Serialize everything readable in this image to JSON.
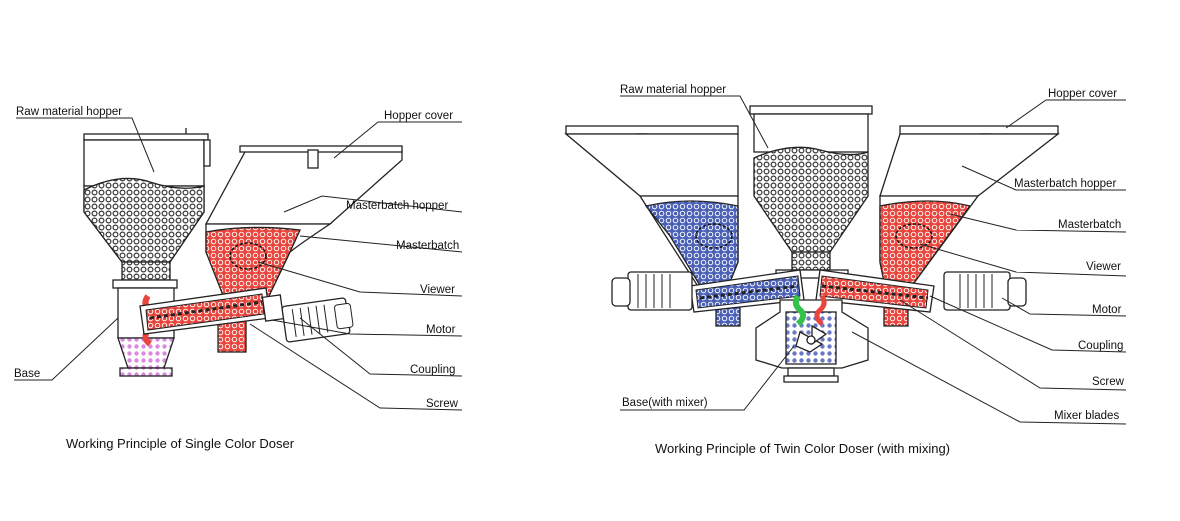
{
  "colors": {
    "raw": "#4a4a4a",
    "masterbatch": "#e8453c",
    "blue": "#4b61b8",
    "green": "#35c24a",
    "pink": "#d98be0",
    "line": "#222222"
  },
  "single": {
    "caption": "Working Principle of Single Color Doser",
    "labels": {
      "raw_hopper": "Raw material hopper",
      "hopper_cover": "Hopper cover",
      "masterbatch_hopper": "Masterbatch hopper",
      "masterbatch": "Masterbatch",
      "viewer": "Viewer",
      "motor": "Motor",
      "coupling": "Coupling",
      "screw": "Screw",
      "base": "Base"
    }
  },
  "twin": {
    "caption": "Working Principle of Twin Color Doser (with mixing)",
    "labels": {
      "raw_hopper": "Raw material hopper",
      "hopper_cover": "Hopper cover",
      "masterbatch_hopper": "Masterbatch hopper",
      "masterbatch": "Masterbatch",
      "viewer": "Viewer",
      "motor": "Motor",
      "coupling": "Coupling",
      "screw": "Screw",
      "base_mixer": "Base(with mixer)",
      "mixer_blades": "Mixer blades"
    }
  }
}
